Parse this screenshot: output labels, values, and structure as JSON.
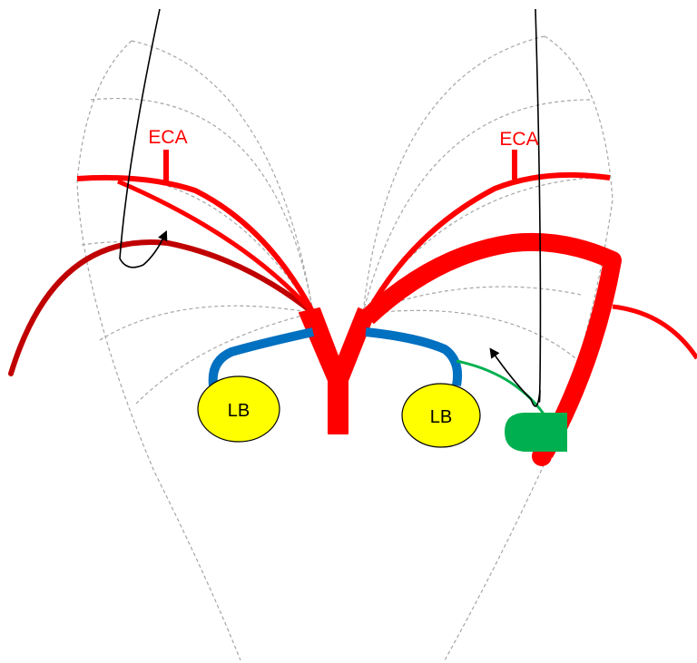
{
  "labels": {
    "eca_left": "ECA",
    "eca_right": "ECA",
    "lb_left": "LB",
    "lb_right": "LB"
  },
  "colors": {
    "artery_red": "#ff0000",
    "dark_red": "#c00000",
    "blue": "#0070c0",
    "green": "#00b050",
    "yellow": "#ffff00",
    "outline_gray": "#a6a6a6",
    "wire": "#000000"
  }
}
